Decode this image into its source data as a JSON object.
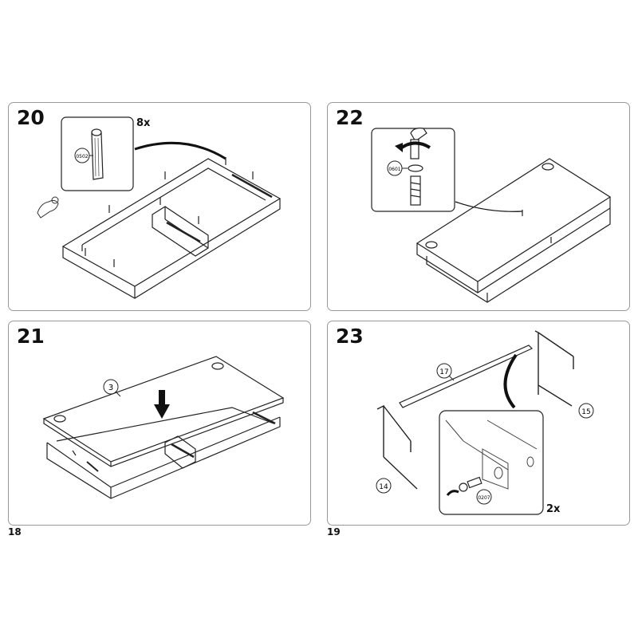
{
  "steps": {
    "s20": {
      "number": "20",
      "quantity": "8x",
      "part_code": "0502"
    },
    "s21": {
      "number": "21",
      "part_label": "3"
    },
    "s22": {
      "number": "22",
      "part_code": "0601"
    },
    "s23": {
      "number": "23",
      "quantity": "2x",
      "part_code": "0207",
      "labels": [
        "17",
        "15",
        "14"
      ]
    }
  },
  "pages": {
    "left": "18",
    "right": "19"
  }
}
